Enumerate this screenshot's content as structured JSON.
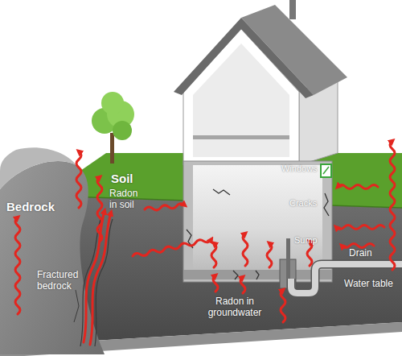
{
  "diagram": {
    "labels": [
      "Bedrock",
      "Soil",
      "Radon in soil",
      "Windows",
      "Cracks",
      "Sump",
      "Drain",
      "Fractured bedrock",
      "Water table",
      "Radon in groundwater"
    ]
  }
}
